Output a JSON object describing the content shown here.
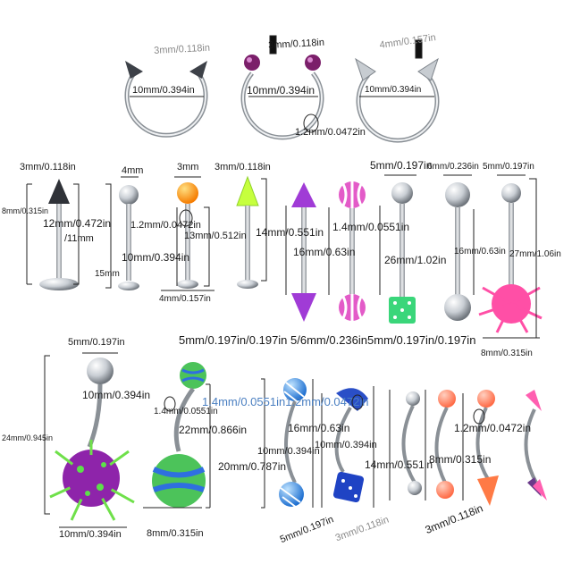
{
  "palette": {
    "steel_dark": "#7a7f86",
    "steel_light": "#e9ecef",
    "purple": "#8e24aa",
    "magenta": "#e040a0",
    "orange": "#ff9800",
    "lime": "#c6ff3d",
    "green": "#39d353",
    "blue": "#2f7fd6",
    "navy": "#1a3fa8",
    "pink": "#ff4f9a",
    "coral": "#ff8a65"
  },
  "row1": {
    "ring1_ball": "3mm/0.118in",
    "ring1_dia": "10mm/0.394in",
    "ring2_ball": "3mm/0.118in",
    "ring2_dia": "10mm/0.394in",
    "ring2_gauge": "1.2mm/0.0472in",
    "ring3_ball": "4mm/0.157in",
    "ring3_dia": "10mm/0.394in"
  },
  "row2": {
    "p1_top": "3mm/0.118in",
    "p1_side": "8mm/0.315in",
    "p1_len_a": "12mm/0.472in",
    "p1_len_b": "/11mm",
    "p2_top": "4mm",
    "p2_base": "15mm",
    "p3_top": "3mm",
    "p3_gauge": "1.2mm/0.0472in",
    "p3_len_a": "13mm/0.512in",
    "p3_len_b": "10mm/0.394in",
    "p3_base": "4mm/0.157in",
    "p4_top": "3mm/0.118in",
    "p4_len": "14mm/0.551in",
    "p5_len": "16mm/0.63in",
    "p6_gauge": "1.4mm/0.0551in",
    "p7_top": "5mm/0.197in",
    "p7_len": "26mm/1.02in",
    "p8_top": "6mm/0.236in",
    "p8_len": "16mm/0.63in",
    "p9_top": "5mm/0.197in",
    "p9_len": "27mm/1.06in",
    "p9_base": "8mm/0.315in",
    "bottom_line": "5mm/0.197in/0.197in 5/6mm/0.236in5mm/0.197in/0.197in"
  },
  "row3": {
    "b1_top": "5mm/0.197in",
    "b1_mid": "10mm/0.394in",
    "b1_len": "24mm/0.945in",
    "b1_base": "10mm/0.394in",
    "b2_gauge": "1.4mm/0.0551in",
    "b2_len_a": "22mm/0.866in",
    "b2_len_b": "20mm/0.787in",
    "b2_base": "8mm/0.315in",
    "gauge_big": "1.4mm/0.0551in1.2mm/0.0472in",
    "b3_len": "16mm/0.63in",
    "b3_mid": "10mm/0.394in",
    "b3_base": "5mm/0.197in",
    "b4_mid": "10mm/0.394in",
    "b4_base": "3mm/0.118in",
    "b5_len": "14mm/0.551in",
    "b6_len": "8mm/0.315in",
    "b7_gauge": "1.2mm/0.0472in",
    "b7_base": "3mm/0.118in"
  }
}
